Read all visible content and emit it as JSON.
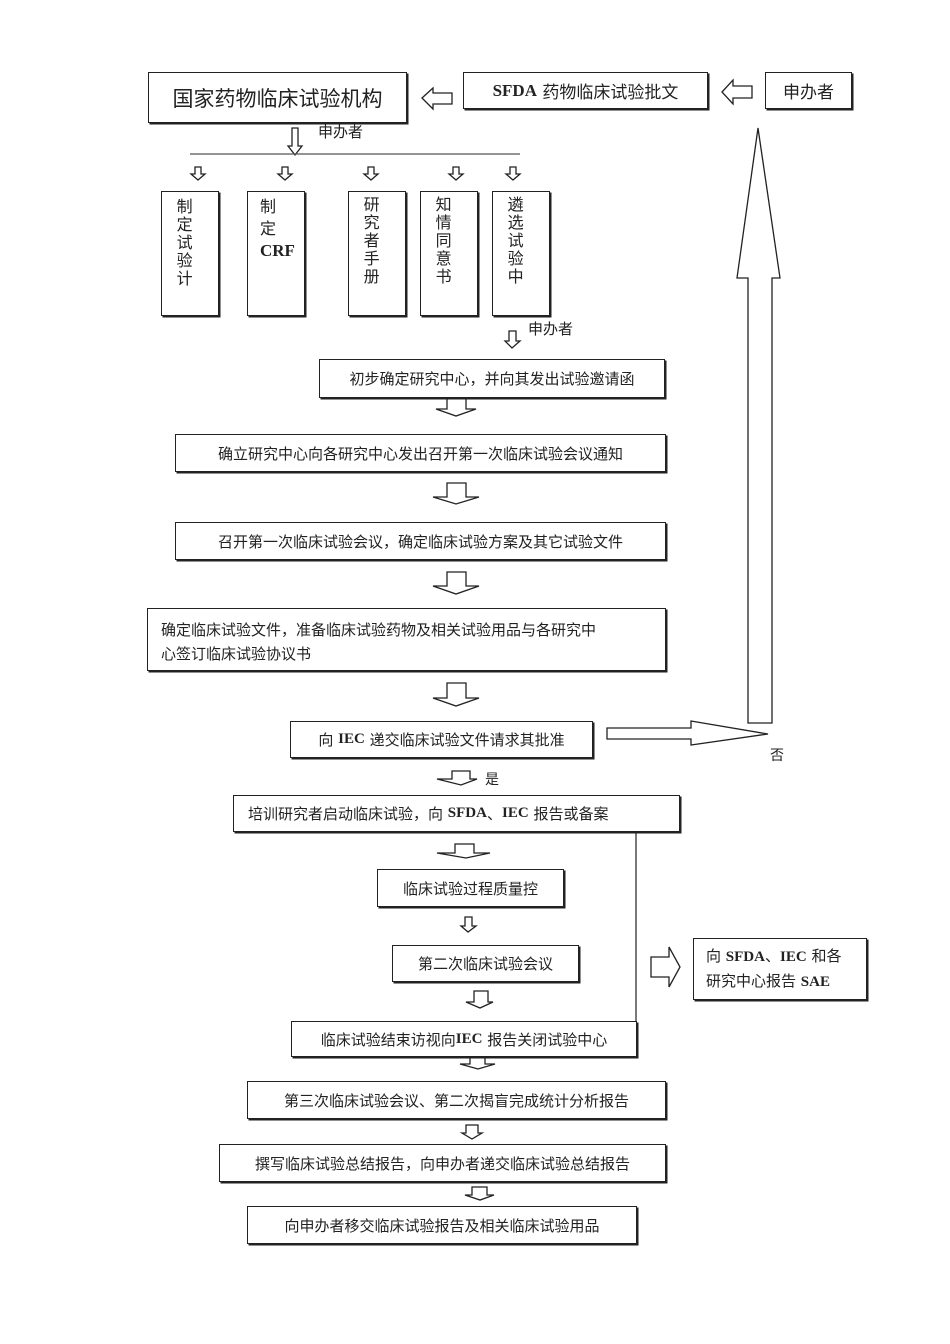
{
  "diagram": {
    "top_row": {
      "institution": "国家药物临床试验机构",
      "approval_prefix": "SFDA",
      "approval_suffix": "药物临床试验批文",
      "sponsor": "申办者"
    },
    "sponsor_label_1": "申办者",
    "sponsor_label_2": "申办者",
    "tasks": [
      {
        "label": "制定试验计"
      },
      {
        "label_line1": "制",
        "label_line2": "定",
        "label_bold": "CRF"
      },
      {
        "label": "研究者手册"
      },
      {
        "label": "知情同意书"
      },
      {
        "label": "遴选试验中"
      }
    ],
    "steps": {
      "s1": "初步确定研究中心，并向其发出试验邀请函",
      "s2": "确立研究中心向各研究中心发出召开第一次临床试验会议通知",
      "s3": "召开第一次临床试验会议，确定临床试验方案及其它试验文件",
      "s4_line1": "确定临床试验文件，准备临床试验药物及相关试验用品与各研究中",
      "s4_line2": "心签订临床试验协议书",
      "s5_pre": "向",
      "s5_bold": "IEC",
      "s5_post": "递交临床试验文件请求其批准",
      "yes_label": "是",
      "no_label": "否",
      "s6_pre": "培训研究者启动临床试验，向",
      "s6_bold1": "SFDA",
      "s6_sep": "、",
      "s6_bold2": "IEC",
      "s6_post": "报告或备案",
      "s7": "临床试验过程质量控",
      "s8": "第二次临床试验会议",
      "s9_pre": "临床试验结束访视向",
      "s9_bold": "IEC",
      "s9_post": "报告关闭试验中心",
      "s10": "第三次临床试验会议、第二次揭盲完成统计分析报告",
      "s11": "撰写临床试验总结报告，向申办者递交临床试验总结报告",
      "s12": "向申办者移交临床试验报告及相关临床试验用品"
    },
    "sae_box": {
      "pre": "向",
      "bold1": "SFDA",
      "sep": "、",
      "bold2": "IEC",
      "mid": "和各",
      "line2_pre": "研究中心报告",
      "line2_bold": "SAE"
    }
  }
}
